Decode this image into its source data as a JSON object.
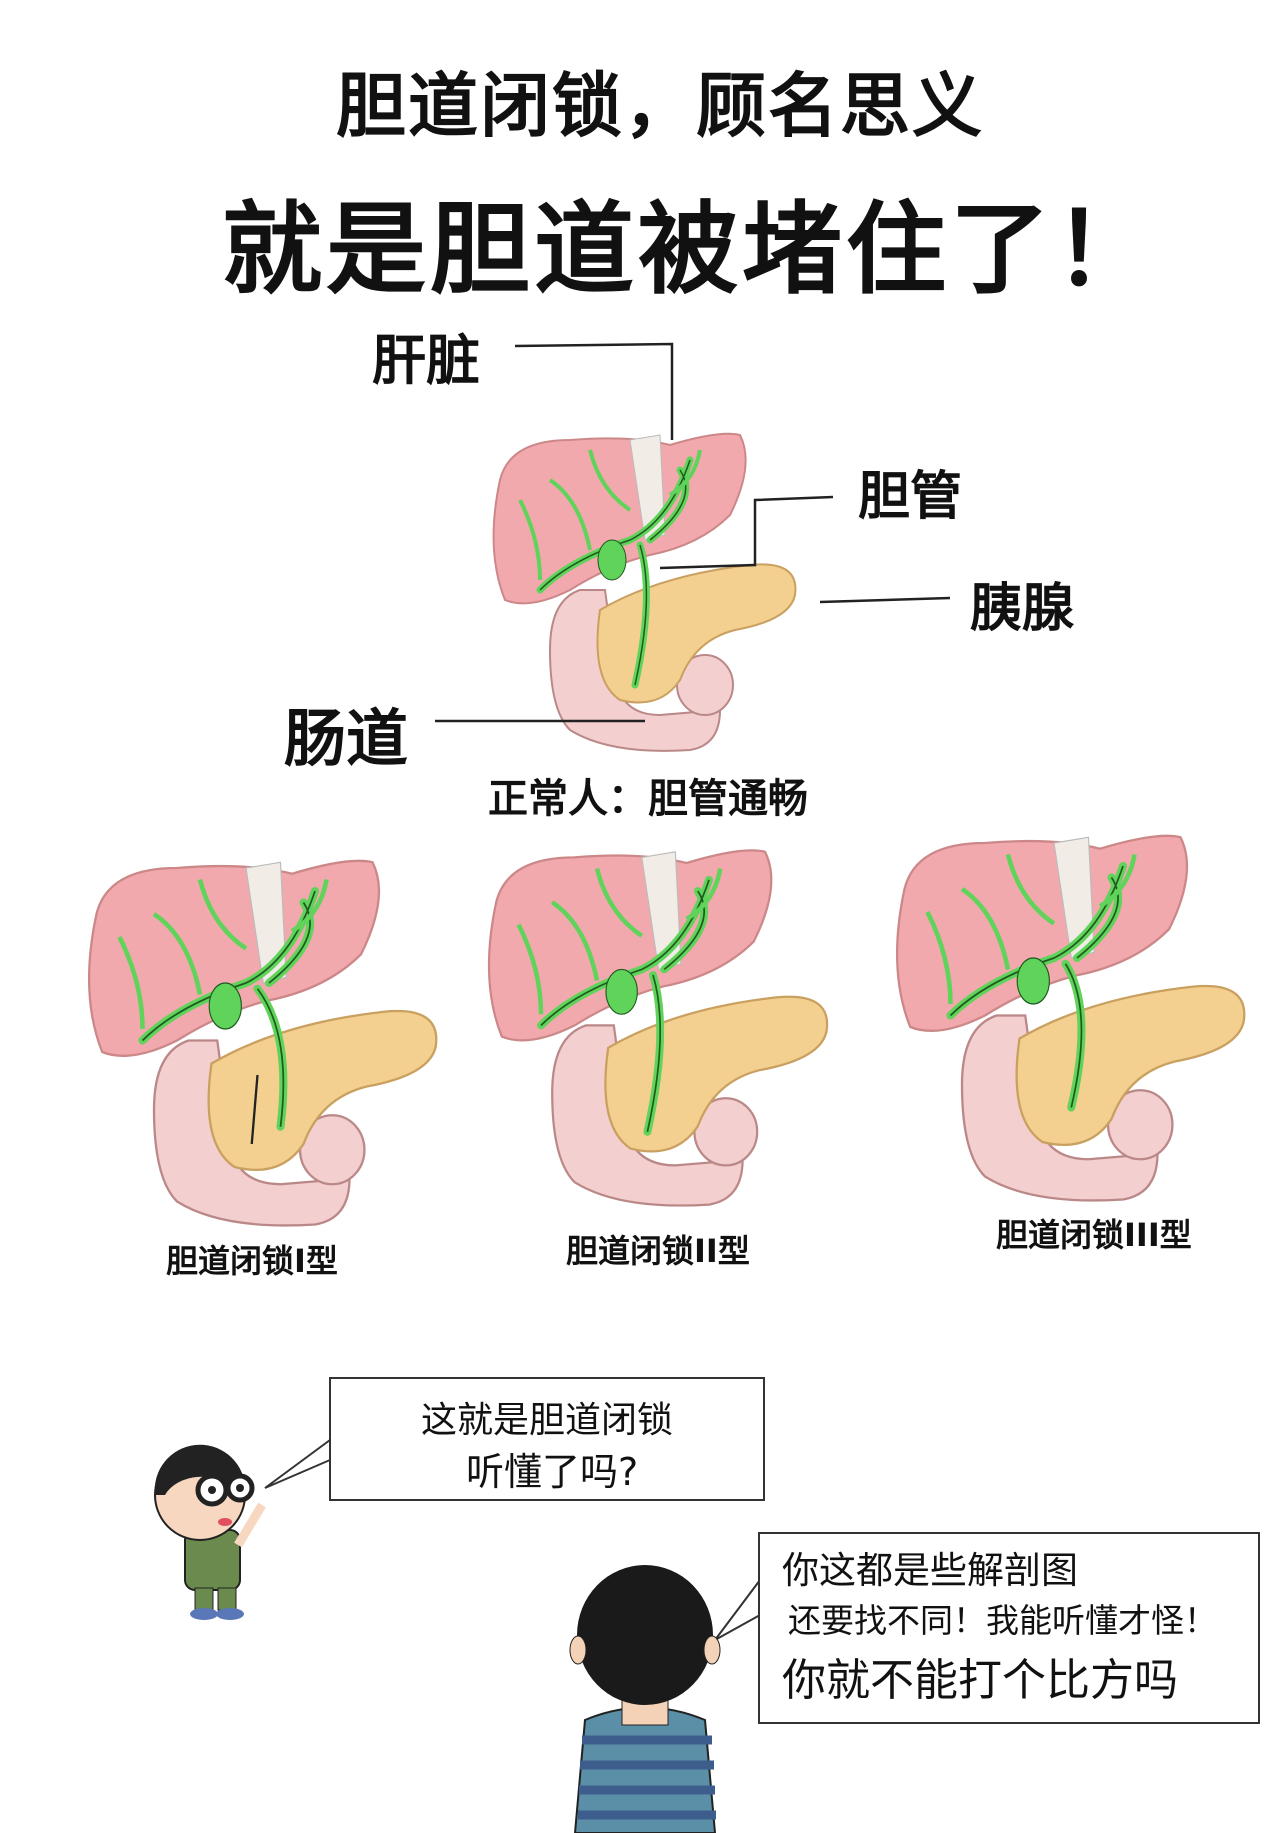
{
  "title": {
    "line1": "胆道闭锁，顾名思义",
    "line2": "就是胆道被堵住了！"
  },
  "normal_diagram": {
    "labels": {
      "liver": "肝脏",
      "bile_duct": "胆管",
      "pancreas": "胰腺",
      "intestine": "肠道"
    },
    "caption": "正常人：胆管通畅"
  },
  "types": [
    {
      "caption": "胆道闭锁I型"
    },
    {
      "caption": "胆道闭锁II型"
    },
    {
      "caption": "胆道闭锁III型"
    }
  ],
  "dialogue": {
    "doctor_bubble": {
      "line1": "这就是胆道闭锁",
      "line2": "听懂了吗?"
    },
    "patient_bubble": {
      "line1": "你这都是些解剖图",
      "line2": "还要找不同！我能听懂才怪！",
      "line3": "你就不能打个比方吗"
    }
  },
  "colors": {
    "liver": "#f2a9ad",
    "duct": "#5fd35a",
    "pancreas": "#f3d08f",
    "intestine": "#f4cfd0"
  }
}
